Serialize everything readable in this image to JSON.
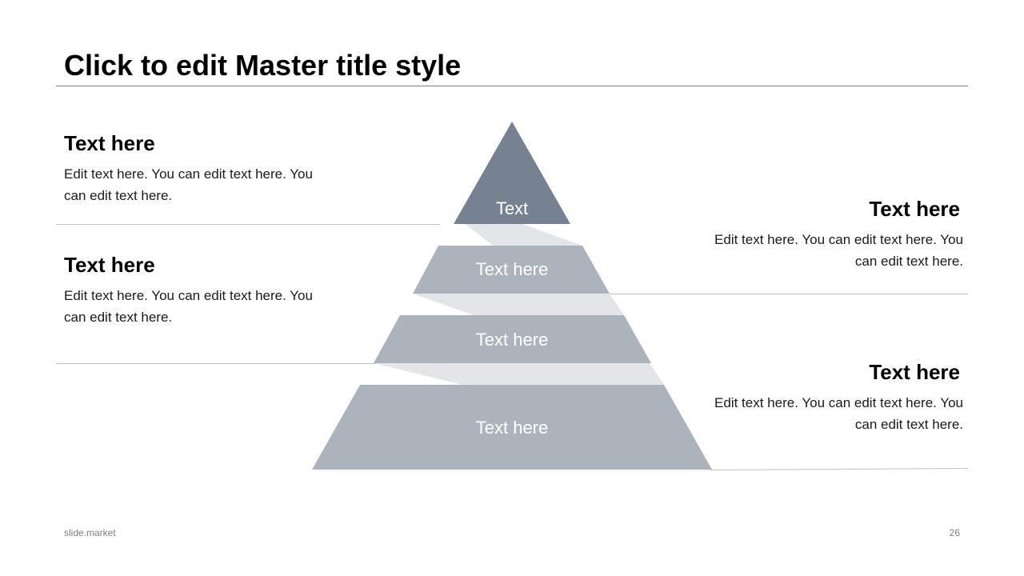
{
  "slide": {
    "title": "Click to edit Master title style",
    "footer_brand": "slide.market",
    "page_number": "26"
  },
  "colors": {
    "tier_top": "#768192",
    "tier_lower": "#adb3bc",
    "connector": "#e4e5e8",
    "rule": "#bfbfbf",
    "title_rule": "#7f7f7f"
  },
  "pyramid": {
    "tiers": [
      {
        "label": "Text"
      },
      {
        "label": "Text here"
      },
      {
        "label": "Text here"
      },
      {
        "label": "Text here"
      }
    ]
  },
  "left_blocks": [
    {
      "heading": "Text here",
      "body": "Edit text here. You can edit text here. You can edit text here."
    },
    {
      "heading": "Text here",
      "body": "Edit text here. You can edit text here. You can edit text here."
    }
  ],
  "right_blocks": [
    {
      "heading": "Text here",
      "body": "Edit text here. You can edit text here. You can edit text here."
    },
    {
      "heading": "Text here",
      "body": "Edit text here. You can edit text here. You can edit text here."
    }
  ]
}
